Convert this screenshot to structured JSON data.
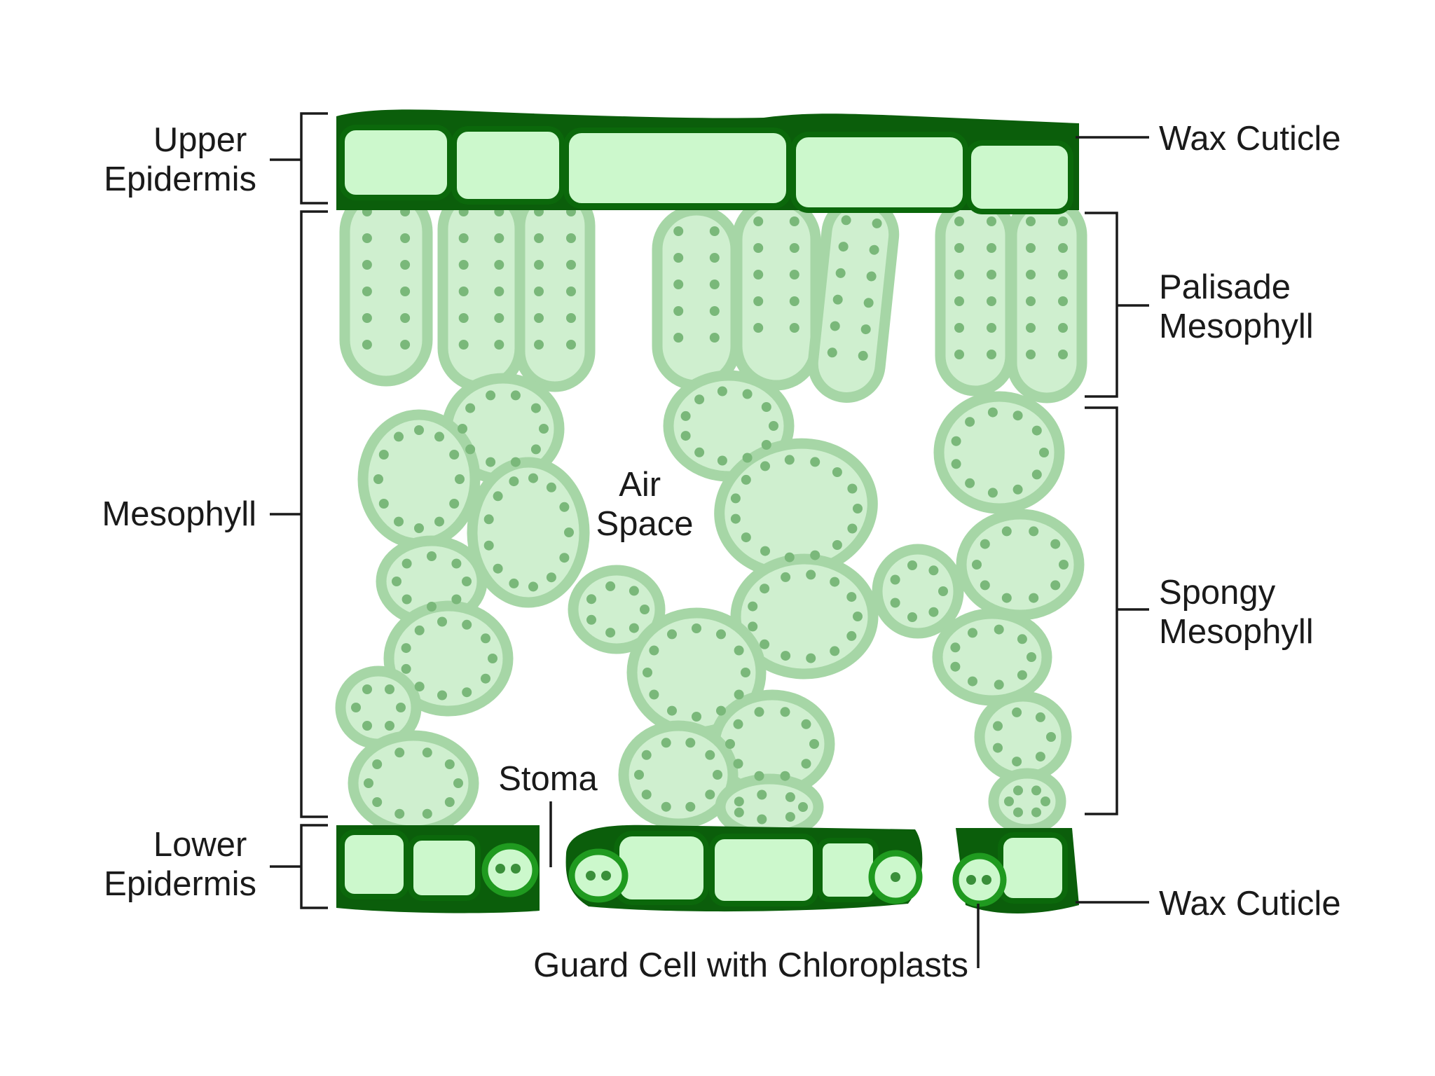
{
  "labels": {
    "upper_epidermis": [
      "Upper",
      "Epidermis"
    ],
    "mesophyll": "Mesophyll",
    "lower_epidermis": [
      "Lower",
      "Epidermis"
    ],
    "wax_cuticle_top": "Wax Cuticle",
    "palisade_mesophyll": [
      "Palisade",
      "Mesophyll"
    ],
    "spongy_mesophyll": [
      "Spongy",
      "Mesophyll"
    ],
    "wax_cuticle_bottom": "Wax Cuticle",
    "air_space": [
      "Air",
      "Space"
    ],
    "stoma": "Stoma",
    "guard_cell": "Guard Cell with Chloroplasts"
  },
  "colors": {
    "cuticle": "#0b5e0b",
    "epidermis_fill": "#ccf8cc",
    "mesophyll_fill": "#cfefcf",
    "mesophyll_border": "#a6d6a6",
    "chloroplast": "#7ab87a"
  }
}
